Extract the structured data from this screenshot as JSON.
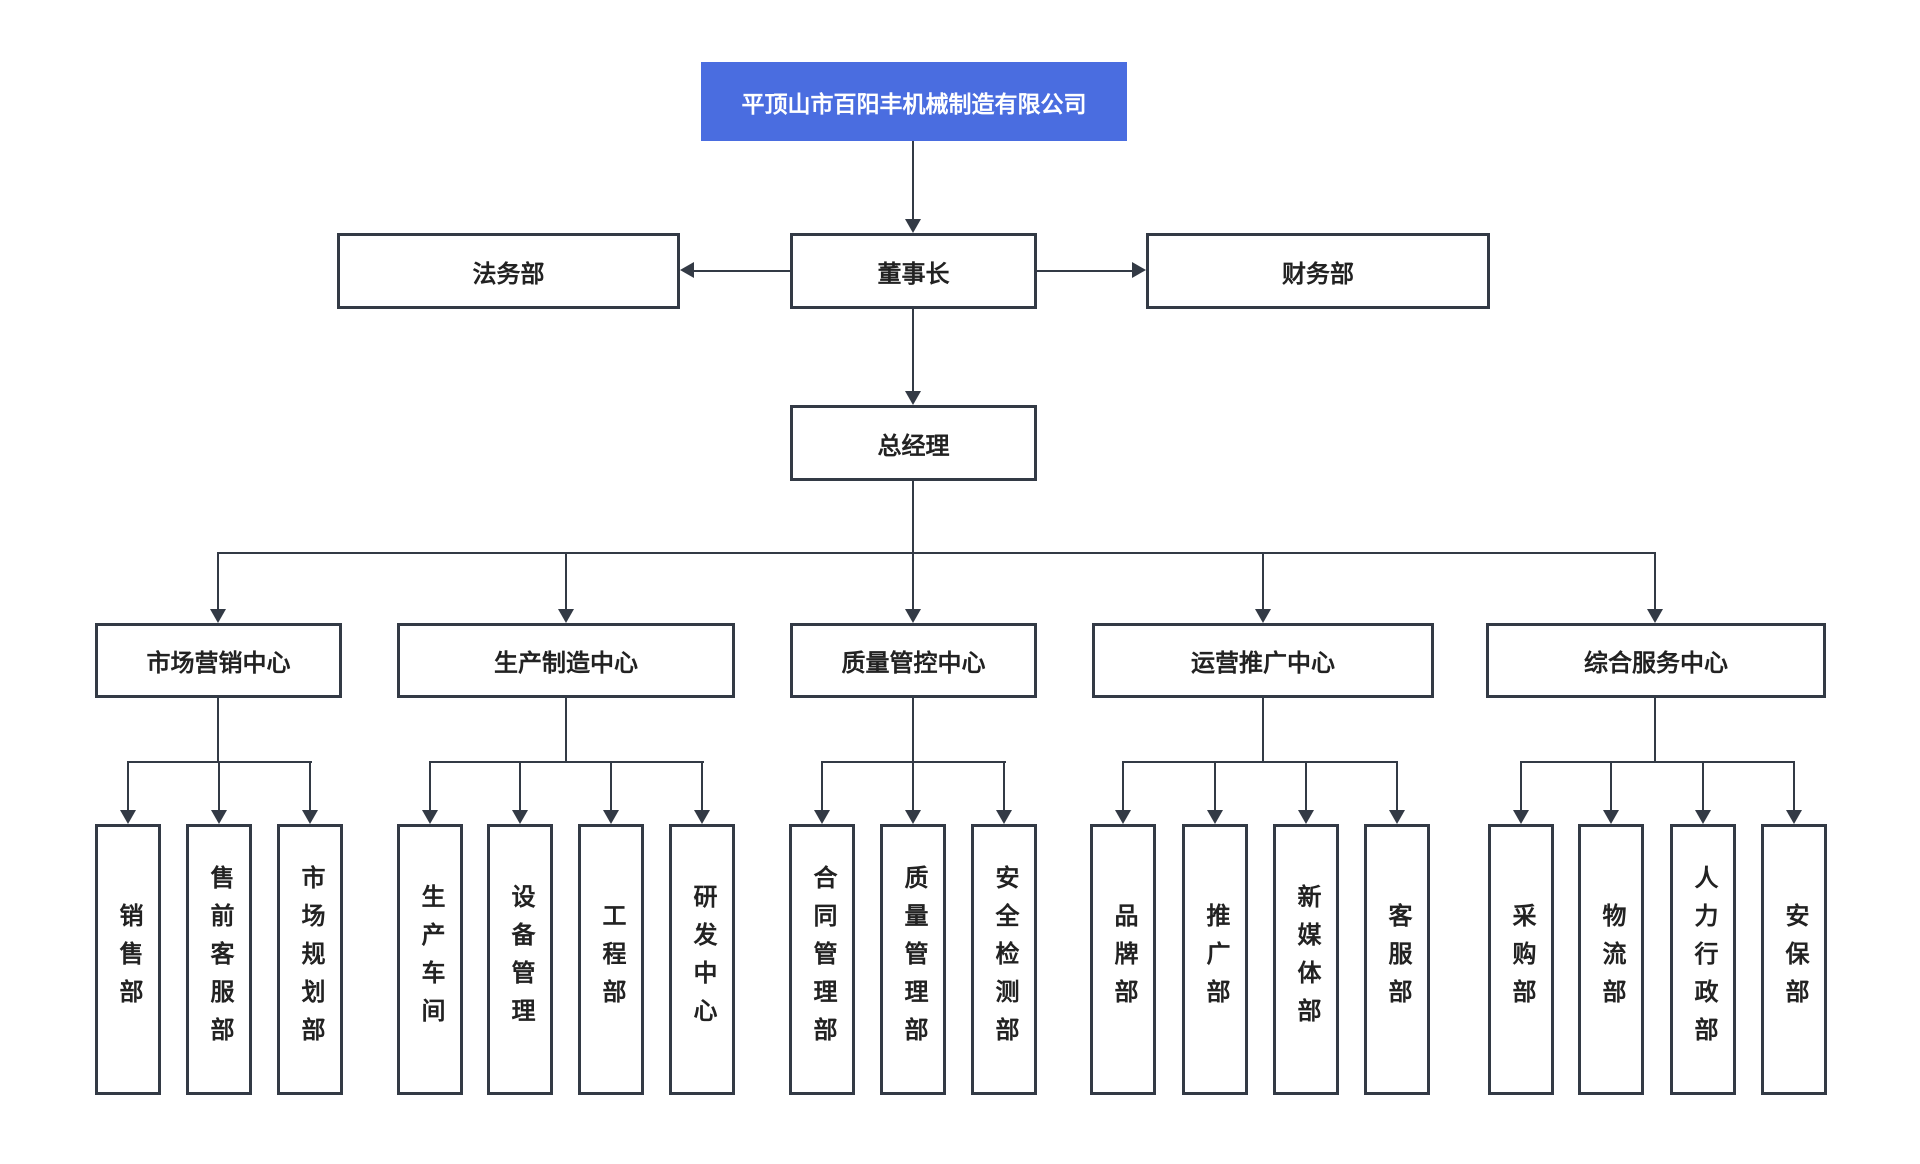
{
  "colors": {
    "line": "#333a45",
    "root-bg": "#4a6de0",
    "root-text": "#ffffff",
    "text": "#222222",
    "node-bg": "#ffffff"
  },
  "root": {
    "label": "平顶山市百阳丰机械制造有限公司"
  },
  "level2": [
    {
      "label": "法务部"
    },
    {
      "label": "董事长"
    },
    {
      "label": "财务部"
    }
  ],
  "general_manager": {
    "label": "总经理"
  },
  "centers": [
    {
      "label": "市场营销中心",
      "departments": [
        "销售部",
        "售前客服部",
        "市场规划部"
      ]
    },
    {
      "label": "生产制造中心",
      "departments": [
        "生产车间",
        "设备管理",
        "工程部",
        "研发中心"
      ]
    },
    {
      "label": "质量管控中心",
      "departments": [
        "合同管理部",
        "质量管理部",
        "安全检测部"
      ]
    },
    {
      "label": "运营推广中心",
      "departments": [
        "品牌部",
        "推广部",
        "新媒体部",
        "客服部"
      ]
    },
    {
      "label": "综合服务中心",
      "departments": [
        "采购部",
        "物流部",
        "人力行政部",
        "安保部"
      ]
    }
  ]
}
